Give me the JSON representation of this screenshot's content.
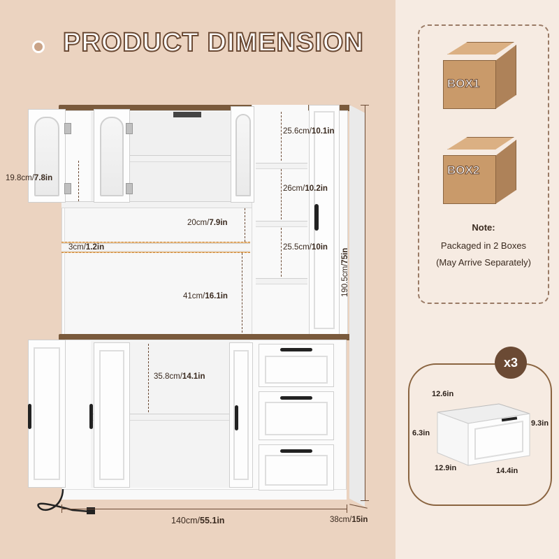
{
  "title": "PRODUCT DIMENSION",
  "dimensions": {
    "top_door_height": {
      "cm": "19.8cm/",
      "in": "7.8in"
    },
    "right_top_shelf": {
      "cm": "25.6cm/",
      "in": "10.1in"
    },
    "right_mid_shelf": {
      "cm": "26cm/",
      "in": "10.2in"
    },
    "mid_gap": {
      "cm": "20cm/",
      "in": "7.9in"
    },
    "board_thickness": {
      "cm": "3cm/",
      "in": "1.2in"
    },
    "right_low_shelf": {
      "cm": "25.5cm/",
      "in": "10in"
    },
    "hutch_open": {
      "cm": "41cm/",
      "in": "16.1in"
    },
    "base_shelf": {
      "cm": "35.8cm/",
      "in": "14.1in"
    },
    "total_height": {
      "cm": "190.5cm/",
      "in": "75in"
    },
    "width": {
      "cm": "140cm/",
      "in": "55.1in"
    },
    "depth": {
      "cm": "38cm/",
      "in": "15in"
    }
  },
  "boxes": [
    {
      "label": "BOX1"
    },
    {
      "label": "BOX2"
    }
  ],
  "note": {
    "title": "Note:",
    "line1": "Packaged in 2 Boxes",
    "line2": "(May Arrive Separately)"
  },
  "drawer": {
    "count_badge": "x3",
    "width": "12.6in",
    "inner_height": "6.3in",
    "outer_height": "9.3in",
    "depth": "12.9in",
    "front_width": "14.4in"
  },
  "colors": {
    "accent": "#6b4a34",
    "wood_top": "#7a5a3c",
    "left_bg": "#ebd3c0",
    "right_bg": "#f6ebe2"
  }
}
